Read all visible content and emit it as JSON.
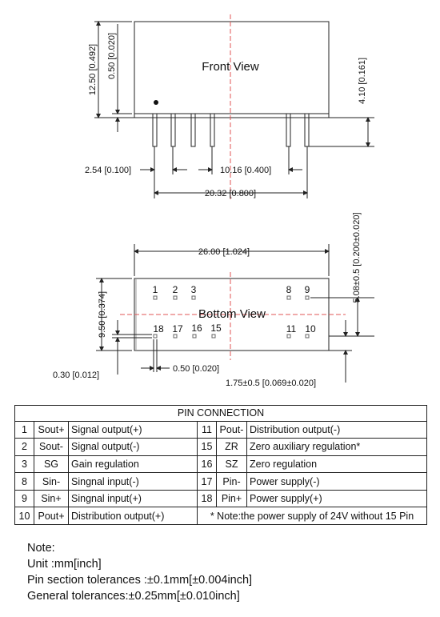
{
  "front_view": {
    "label": "Front View",
    "dim_height_total": "12.50 [0.492]",
    "dim_standoff": "0.50 [0.020]",
    "dim_pin_length": "4.10 [0.161]",
    "dim_pitch": "2.54 [0.100]",
    "dim_spacing": "10.16 [0.400]",
    "dim_span": "20.32 [0.800]"
  },
  "bottom_view": {
    "label": "Bottom View",
    "dim_length": "26.00 [1.024]",
    "dim_width": "9.50 [0.374]",
    "dim_row_offset": "5.08±0.5 [0.200±0.020]",
    "dim_pin_thickness": "0.30 [0.012]",
    "dim_pin_width": "0.50 [0.020]",
    "dim_edge_offset": "1.75±0.5 [0.069±0.020]",
    "pins_top": [
      "1",
      "2",
      "3",
      "8",
      "9"
    ],
    "pins_bottom": [
      "18",
      "17",
      "16",
      "15",
      "11",
      "10"
    ]
  },
  "pin_table": {
    "title": "PIN CONNECTION",
    "rows": [
      {
        "ln": "1",
        "lname": "Sout+",
        "ldesc": "Signal output(+)",
        "rn": "11",
        "rname": "Pout-",
        "rdesc": "Distribution output(-)"
      },
      {
        "ln": "2",
        "lname": "Sout-",
        "ldesc": "Signal output(-)",
        "rn": "15",
        "rname": "ZR",
        "rdesc": "Zero auxiliary regulation*"
      },
      {
        "ln": "3",
        "lname": "SG",
        "ldesc": "Gain regulation",
        "rn": "16",
        "rname": "SZ",
        "rdesc": "Zero regulation"
      },
      {
        "ln": "8",
        "lname": "Sin-",
        "ldesc": "Singnal input(-)",
        "rn": "17",
        "rname": "Pin-",
        "rdesc": "Power supply(-)"
      },
      {
        "ln": "9",
        "lname": "Sin+",
        "ldesc": "Singnal input(+)",
        "rn": "18",
        "rname": "Pin+",
        "rdesc": "Power supply(+)"
      }
    ],
    "last_row": {
      "ln": "10",
      "lname": "Pout+",
      "ldesc": "Distribution output(+)",
      "note": "* Note:the power supply of 24V without 15 Pin"
    }
  },
  "notes": {
    "heading": "Note:",
    "unit": "Unit :mm[inch]",
    "pin_tolerance": "Pin section tolerances :±0.1mm[±0.004inch]",
    "general_tolerance": "General tolerances:±0.25mm[±0.010inch]"
  },
  "colors": {
    "line": "#222222",
    "centerline": "#e05555"
  }
}
